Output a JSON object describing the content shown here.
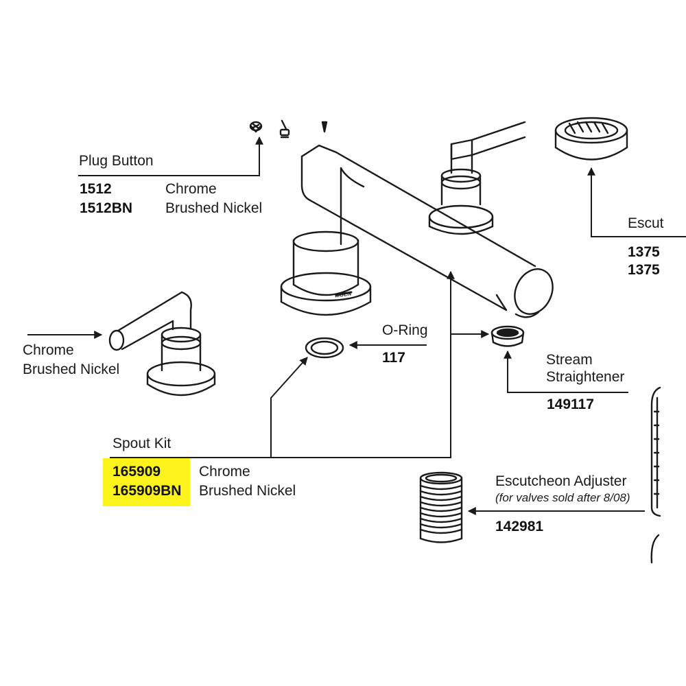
{
  "plug_button": {
    "title": "Plug Button",
    "parts": [
      {
        "number": "1512",
        "finish": "Chrome"
      },
      {
        "number": "1512BN",
        "finish": "Brushed Nickel"
      }
    ]
  },
  "escutcheon_partial": {
    "title": "Escut",
    "parts": [
      {
        "number": "1375"
      },
      {
        "number": "1375"
      }
    ]
  },
  "handle_partial": {
    "finishes": [
      "Chrome",
      "Brushed Nickel"
    ]
  },
  "o_ring": {
    "title": "O-Ring",
    "number": "117"
  },
  "stream_straightener": {
    "title_line1": "Stream",
    "title_line2": "Straightener",
    "number": "149117"
  },
  "spout_kit": {
    "title": "Spout Kit",
    "parts": [
      {
        "number": "165909",
        "finish": "Chrome"
      },
      {
        "number": "165909BN",
        "finish": "Brushed Nickel"
      }
    ],
    "highlight_color": "#fdf31c"
  },
  "escutcheon_adjuster": {
    "title": "Escutcheon Adjuster",
    "note": "(for valves sold after 8/08)",
    "number": "142981"
  },
  "spout_logo": "MOEN"
}
